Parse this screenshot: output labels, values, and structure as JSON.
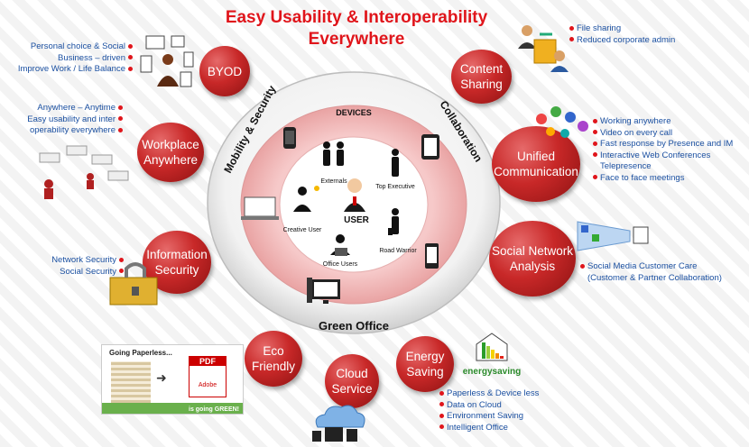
{
  "title": {
    "line1": "Easy Usability & Interoperability",
    "line2": "Everywhere"
  },
  "ring": {
    "left_label": "Mobility & Security",
    "right_label": "Collaboration",
    "bottom_label": "Green Office",
    "devices_label": "DEVICES"
  },
  "center": {
    "user": "USER",
    "externals": "Externals",
    "top_executive": "Top Executive",
    "creative_user": "Creative User",
    "road_warrior": "Road Warrior",
    "office_users": "Office Users"
  },
  "bubbles": {
    "byod": "BYOD",
    "content_sharing": [
      "Content",
      "Sharing"
    ],
    "workplace": [
      "Workplace",
      "Anywhere"
    ],
    "unified": [
      "Unified",
      "Communication"
    ],
    "information": [
      "Information",
      "Security"
    ],
    "social": [
      "Social Network",
      "Analysis"
    ],
    "eco": [
      "Eco",
      "Friendly"
    ],
    "cloud": [
      "Cloud",
      "Service"
    ],
    "energy": [
      "Energy",
      "Saving"
    ]
  },
  "notes": {
    "byod": [
      "Personal choice & Social",
      "Business – driven",
      "Improve Work / Life Balance"
    ],
    "content": [
      "File sharing",
      "Reduced corporate admin"
    ],
    "workplace": [
      "Anywhere – Anytime",
      "Easy usability and inter",
      "operability everywhere"
    ],
    "unified": [
      "Working anywhere",
      "Video on every call",
      "Fast response by Presence and IM",
      "Interactive Web Conferences",
      "Telepresence",
      "Face to face meetings"
    ],
    "information": [
      "Network Security",
      "Social Security"
    ],
    "social": [
      "Social Media Customer Care",
      "(Customer & Partner Collaboration)"
    ],
    "cloud": [
      "Paperless & Device less",
      "Data on Cloud",
      "Environment Saving",
      "Intelligent Office"
    ]
  },
  "images": {
    "going_paperless": "Going Paperless...",
    "going_green": "is going GREEN!",
    "pdf": "PDF",
    "adobe": "Adobe",
    "energysaving": "energysaving"
  },
  "colors": {
    "accent": "#e0151b",
    "bubble": "#c82828",
    "note_text": "#1a4fa0"
  }
}
